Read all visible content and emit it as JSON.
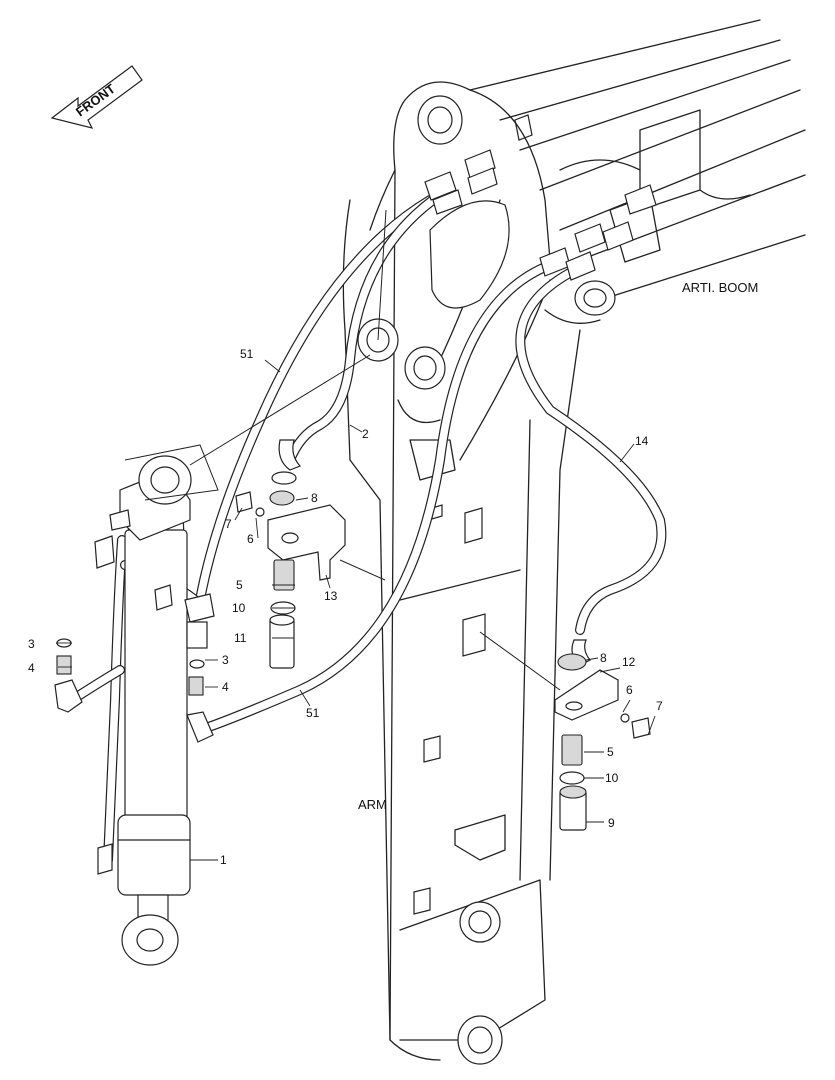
{
  "front_arrow": {
    "text": "FRONT"
  },
  "area_labels": {
    "arti_boom": "ARTI. BOOM",
    "arm": "ARM"
  },
  "callouts": {
    "c1": "1",
    "c2": "2",
    "c3a": "3",
    "c3b": "3",
    "c4a": "4",
    "c4b": "4",
    "c5a": "5",
    "c5b": "5",
    "c6a": "6",
    "c6b": "6",
    "c7a": "7",
    "c7b": "7",
    "c8a": "8",
    "c8b": "8",
    "c9": "9",
    "c10a": "10",
    "c10b": "10",
    "c11": "11",
    "c12": "12",
    "c13": "13",
    "c14": "14",
    "c51a": "51",
    "c51b": "51"
  }
}
